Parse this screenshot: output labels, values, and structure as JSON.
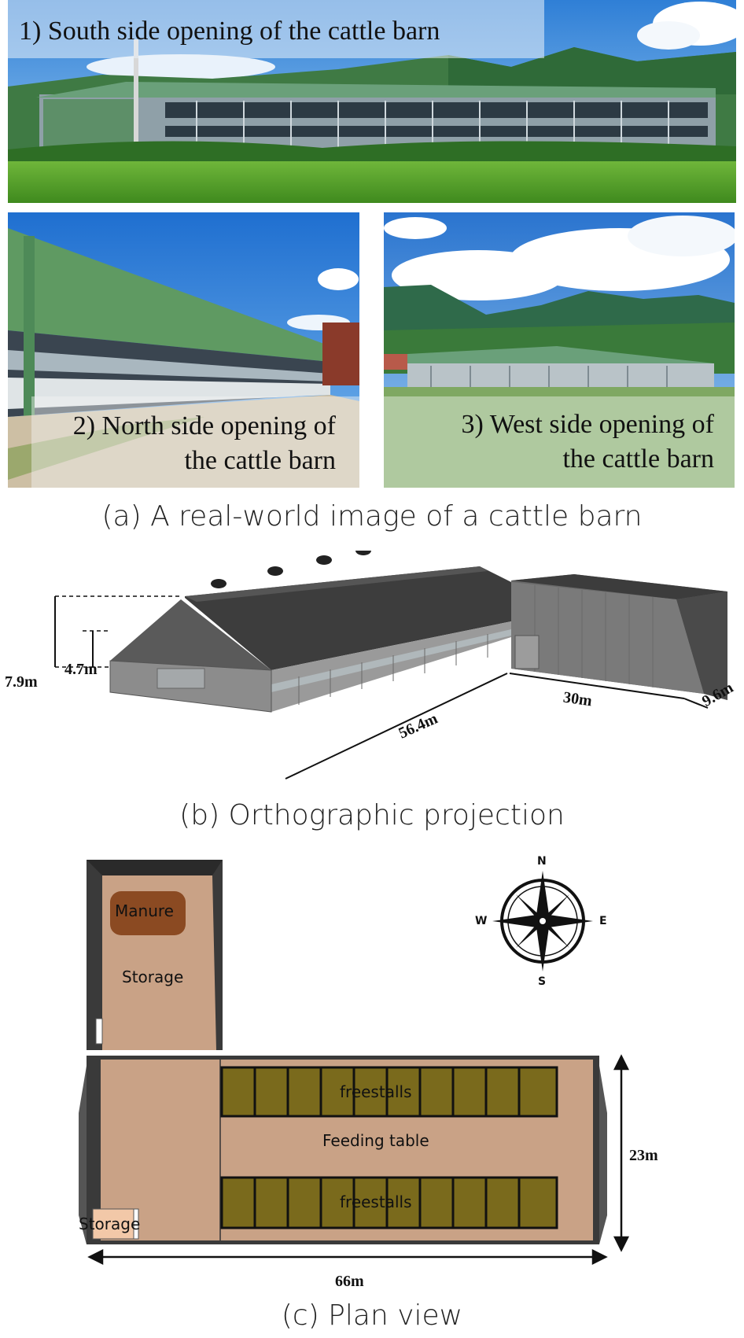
{
  "panel_a": {
    "photo_south_label": "1) South side opening of the cattle barn",
    "photo_north_label_line1": "2) North side opening of",
    "photo_north_label_line2": "the cattle barn",
    "photo_west_label_line1": "3) West side opening of",
    "photo_west_label_line2": "the cattle barn",
    "caption": "(a) A real-world image of a cattle barn"
  },
  "panel_b": {
    "dim_total_height": "7.9m",
    "dim_wall_height": "4.7m",
    "dim_length": "56.4m",
    "dim_annex_length": "30m",
    "dim_annex_width": "9.6m",
    "caption": "(b) Orthographic projection"
  },
  "panel_c": {
    "manure_label": "Manure",
    "storage_label": "Storage",
    "small_storage_label": "Storage",
    "freestalls_top_label": "freestalls",
    "freestalls_bottom_label": "freestalls",
    "feeding_table_label": "Feeding table",
    "dim_width": "23m",
    "dim_length": "66m",
    "compass": {
      "n": "N",
      "s": "S",
      "e": "E",
      "w": "W"
    },
    "caption": "(c) Plan view"
  },
  "colors": {
    "sky": "#3f8fd8",
    "grass": "#4f9a2a",
    "roof_green": "#5c9a6a",
    "barn_floor": "#c9a286",
    "manure": "#8b4a22",
    "freestall": "#7a6a1c",
    "wall_dark": "#3a3a3a"
  }
}
